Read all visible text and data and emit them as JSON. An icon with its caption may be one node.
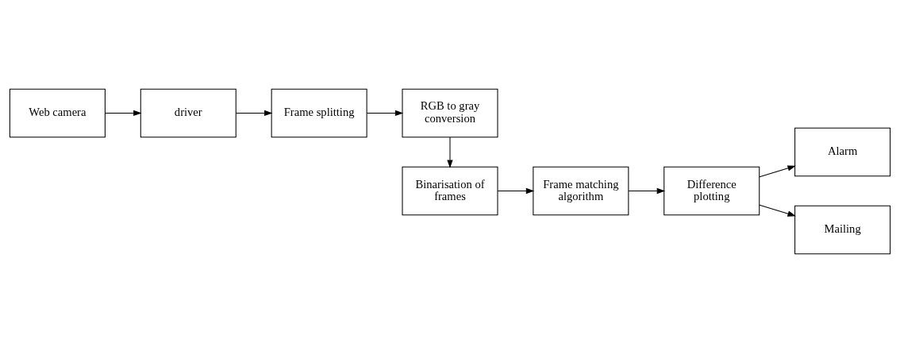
{
  "diagram": {
    "nodes": [
      {
        "text": [
          "Web camera"
        ]
      },
      {
        "text": [
          "driver"
        ]
      },
      {
        "text": [
          "Frame splitting"
        ]
      },
      {
        "text": [
          "RGB to gray conversion"
        ]
      },
      {
        "text": [
          "Binarisation of frames"
        ]
      },
      {
        "text": [
          "Alarm"
        ]
      },
      {
        "text": [
          "Difference plotting"
        ]
      },
      {
        "text": [
          "Frame matching algorithm"
        ]
      },
      {
        "text": [
          "Mailing"
        ]
      }
    ],
    "edges": [
      {
        "from": 0,
        "to": 1,
        "arrow": "to"
      },
      {
        "from": 1,
        "to": 2,
        "arrow": "to"
      },
      {
        "from": 2,
        "to": 3,
        "arrow": "to"
      },
      {
        "from": 3,
        "to": 4,
        "arrow": "to"
      },
      {
        "from": 4,
        "to": 7,
        "arrow": "to"
      },
      {
        "from": 7,
        "to": 6,
        "arrow": "to"
      },
      {
        "from": 6,
        "to": 5,
        "arrow": "to"
      },
      {
        "from": 6,
        "to": 8,
        "arrow": "to"
      }
    ]
  }
}
